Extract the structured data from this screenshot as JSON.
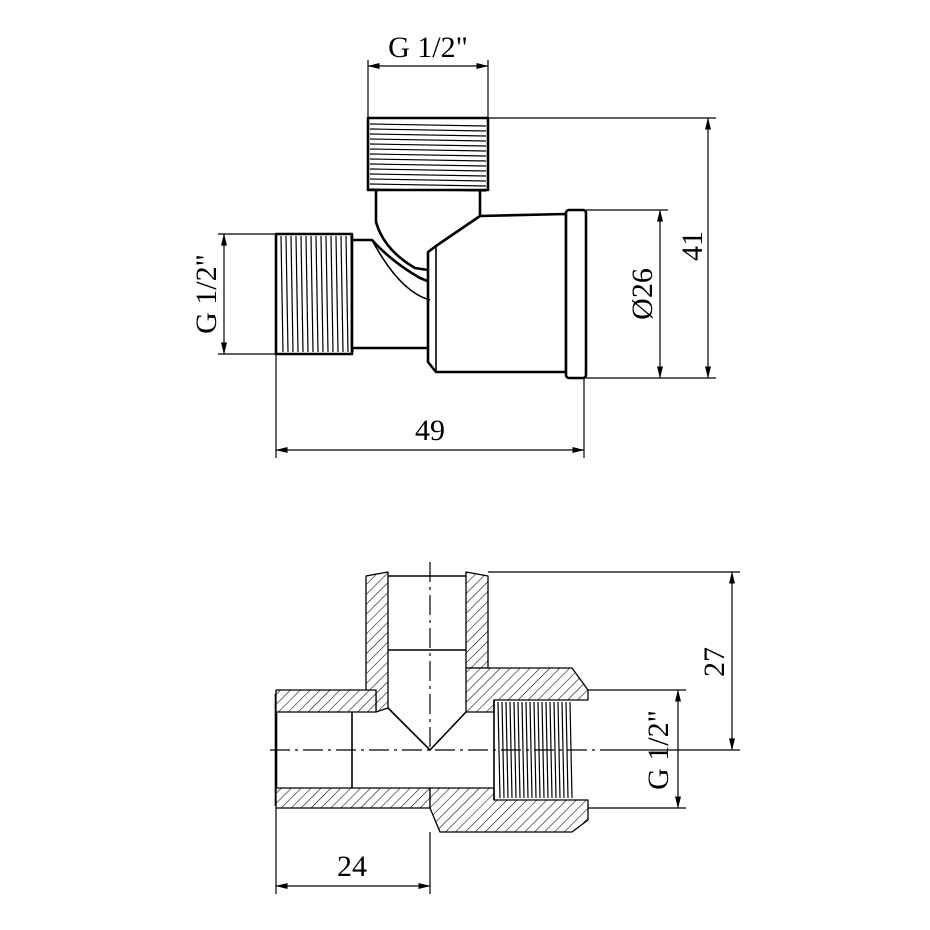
{
  "top_view": {
    "dim_top_thread": "G 1/2\"",
    "dim_left_thread": "G 1/2\"",
    "dim_diameter": "Ø26",
    "dim_height": "41",
    "dim_length": "49"
  },
  "section_view": {
    "dim_height": "27",
    "dim_thread": "G 1/2\"",
    "dim_length": "24"
  },
  "colors": {
    "line": "#000000",
    "background": "#ffffff"
  }
}
